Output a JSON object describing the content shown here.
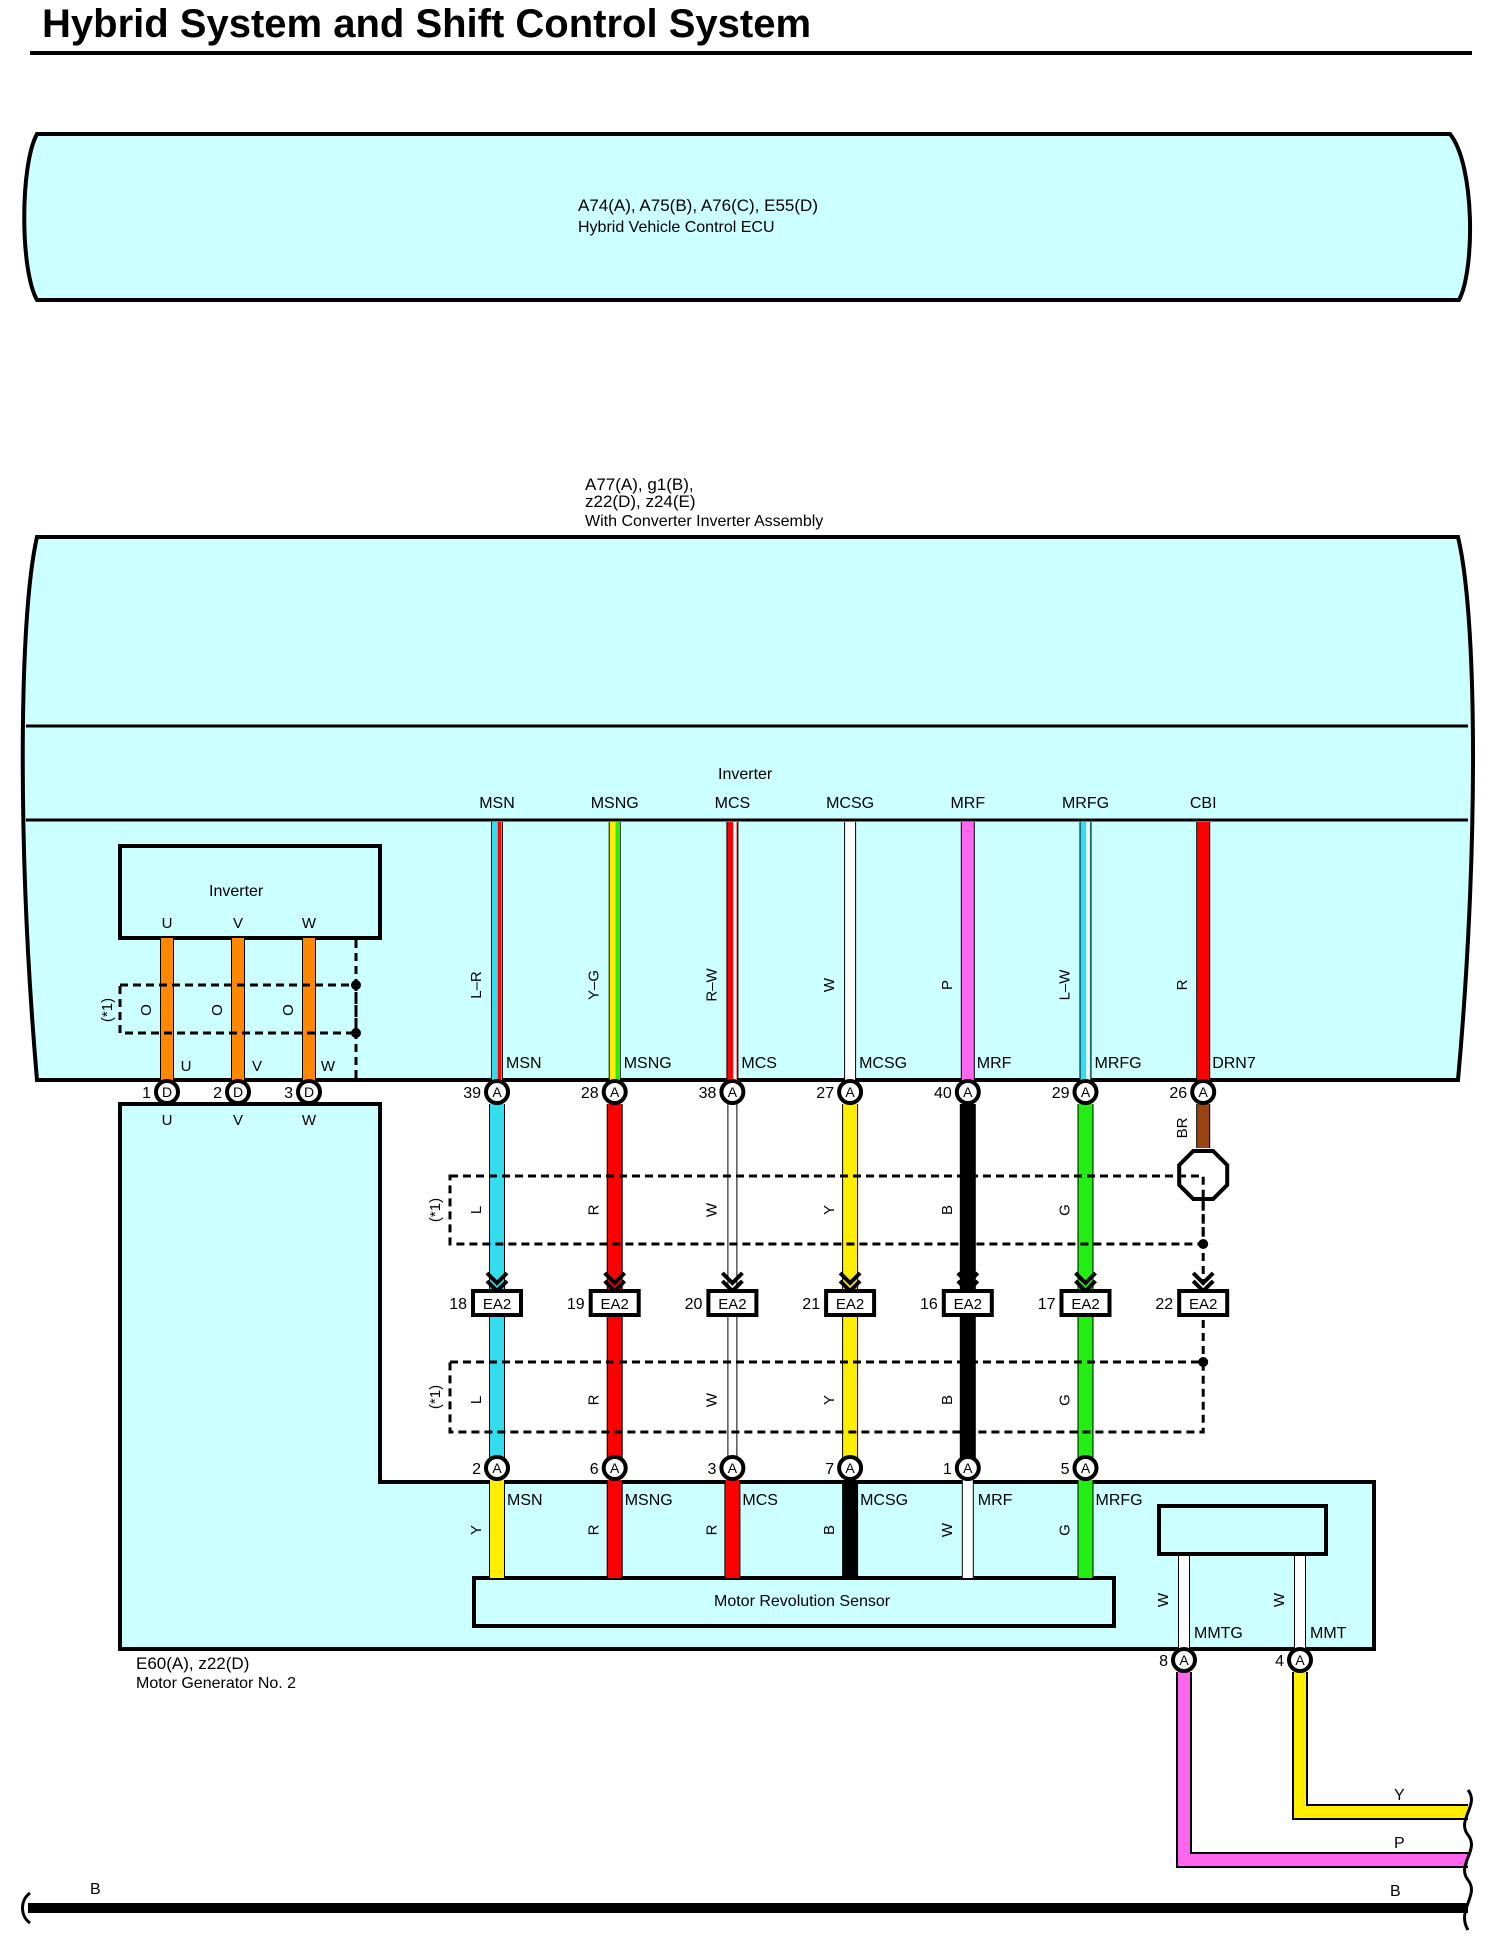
{
  "title": "Hybrid System and Shift Control System",
  "colors": {
    "box_fill": "#ccffff",
    "L": "#33ddee",
    "R": "#ff0000",
    "Y": "#ffee00",
    "B": "#000000",
    "G": "#22ee11",
    "W": "#ffffff",
    "P": "#ff66ee",
    "O": "#ff8800",
    "BR": "#994411"
  },
  "ecu": {
    "code": "A74(A), A75(B), A76(C), E55(D)",
    "name": "Hybrid Vehicle Control ECU"
  },
  "inverter_assembly": {
    "code_line1": "A77(A), g1(B),",
    "code_line2": "z22(D), z24(E)",
    "name": "With Converter Inverter Assembly",
    "inverter_label": "Inverter",
    "inner_inverter_label": "Inverter"
  },
  "phase_label": "(*1)",
  "phases": [
    {
      "name": "U",
      "wire": "O",
      "pin": "1",
      "connector": "D"
    },
    {
      "name": "V",
      "wire": "O",
      "pin": "2",
      "connector": "D"
    },
    {
      "name": "W",
      "wire": "O",
      "pin": "3",
      "connector": "D"
    }
  ],
  "signals": [
    {
      "top": "MSN",
      "inner_color": "L–R",
      "bottom": "MSN",
      "pin": "39",
      "conn": "A",
      "wire1": "L",
      "ea2": "18",
      "wire2": "L",
      "mg_pin": "2",
      "mg_term": "MSN",
      "mg_color": "Y"
    },
    {
      "top": "MSNG",
      "inner_color": "Y–G",
      "bottom": "MSNG",
      "pin": "28",
      "conn": "A",
      "wire1": "R",
      "ea2": "19",
      "wire2": "R",
      "mg_pin": "6",
      "mg_term": "MSNG",
      "mg_color": "R"
    },
    {
      "top": "MCS",
      "inner_color": "R–W",
      "bottom": "MCS",
      "pin": "38",
      "conn": "A",
      "wire1": "W",
      "ea2": "20",
      "wire2": "W",
      "mg_pin": "3",
      "mg_term": "MCS",
      "mg_color": "R"
    },
    {
      "top": "MCSG",
      "inner_color": "W",
      "bottom": "MCSG",
      "pin": "27",
      "conn": "A",
      "wire1": "Y",
      "ea2": "21",
      "wire2": "Y",
      "mg_pin": "7",
      "mg_term": "MCSG",
      "mg_color": "B"
    },
    {
      "top": "MRF",
      "inner_color": "P",
      "bottom": "MRF",
      "pin": "40",
      "conn": "A",
      "wire1": "B",
      "ea2": "16",
      "wire2": "B",
      "mg_pin": "1",
      "mg_term": "MRF",
      "mg_color": "W"
    },
    {
      "top": "MRFG",
      "inner_color": "L–W",
      "bottom": "MRFG",
      "pin": "29",
      "conn": "A",
      "wire1": "G",
      "ea2": "17",
      "wire2": "G",
      "mg_pin": "5",
      "mg_term": "MRFG",
      "mg_color": "G"
    },
    {
      "top": "CBI",
      "inner_color": "R",
      "bottom": "DRN7",
      "pin": "26",
      "conn": "A",
      "wire1": "BR",
      "ea2": "22"
    }
  ],
  "ea2_label": "EA2",
  "motor": {
    "code": "E60(A), z22(D)",
    "name": "Motor Generator No. 2",
    "sensor": "Motor Revolution Sensor",
    "temp_terms": [
      {
        "color": "W",
        "term": "MMTG",
        "pin": "8",
        "conn": "A",
        "out": "P"
      },
      {
        "color": "W",
        "term": "MMT",
        "pin": "4",
        "conn": "A",
        "out": "Y"
      }
    ]
  },
  "bottom_wire": "B"
}
